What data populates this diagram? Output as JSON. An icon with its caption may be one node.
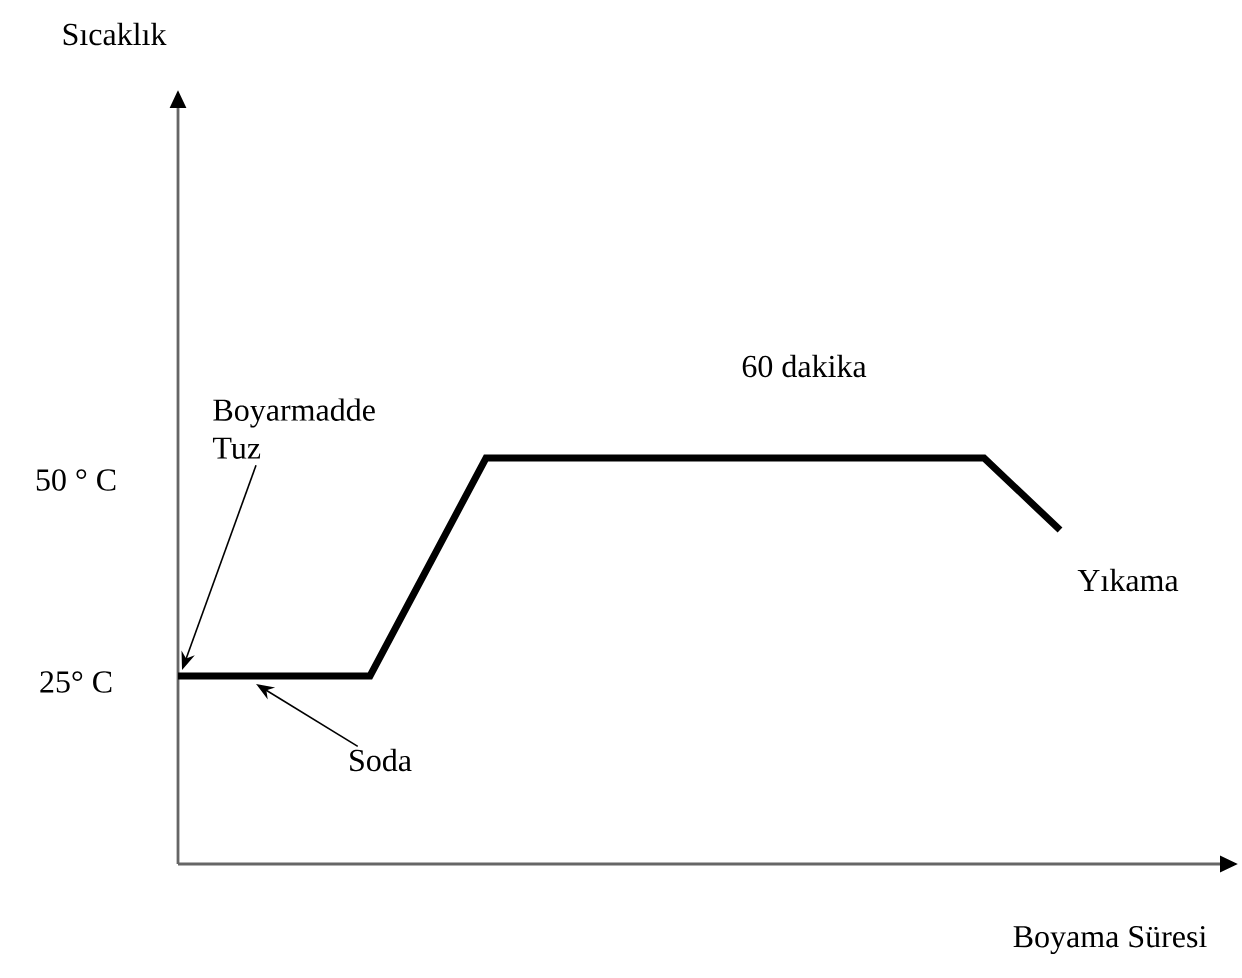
{
  "diagram": {
    "nodes": [
      {
        "text": [
          "Boyarmadde Tuz"
        ]
      },
      {
        "text": [
          "Soda"
        ]
      }
    ],
    "edges": [
      {
        "from": 0,
        "to": null,
        "arrow": "to"
      },
      {
        "from": 1,
        "to": null,
        "arrow": "to"
      }
    ],
    "labels": [
      "Sıcaklık",
      "60 dakika",
      "50 ° C",
      "25° C",
      "Yıkama",
      "Boyama Süresi"
    ]
  }
}
